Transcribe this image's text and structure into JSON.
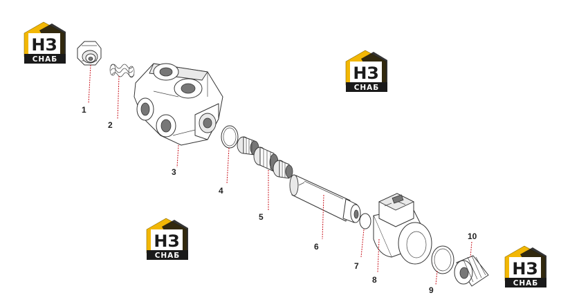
{
  "logo": {
    "letters": "НЗ",
    "caption": "СНАБ",
    "house_color": "#f2b705",
    "badge_color": "#1a1a1a",
    "letter_color": "#1a1a1a"
  },
  "part_numbers": [
    "1",
    "2",
    "3",
    "4",
    "5",
    "6",
    "7",
    "8",
    "9",
    "10"
  ],
  "leader_color": "#c8101a"
}
